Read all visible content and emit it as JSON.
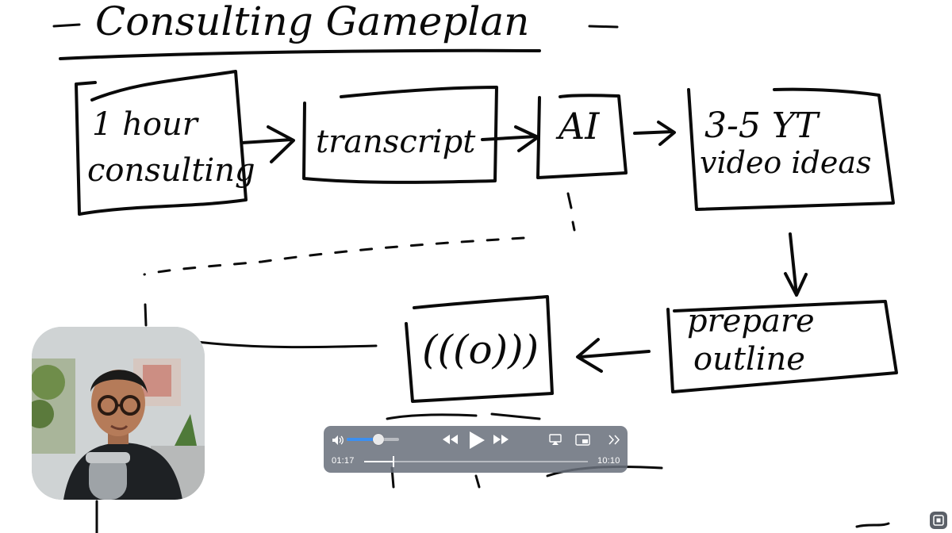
{
  "whiteboard": {
    "title": "Consulting Gameplan",
    "boxes": {
      "consulting_line1": "1 hour",
      "consulting_line2": "consulting",
      "transcript": "transcript",
      "ai": "AI",
      "ideas_line1": "3-5 YT",
      "ideas_line2": "video ideas",
      "outline_line1": "prepare",
      "outline_line2": "outline",
      "record": "(((o)))"
    }
  },
  "player": {
    "current_time": "01:17",
    "duration": "10:10",
    "progress_fraction": 0.126,
    "volume_fraction": 0.6,
    "accent_color": "#3c8ff0",
    "icons": [
      "volume-icon",
      "rewind-icon",
      "play-icon",
      "fast-forward-icon",
      "airplay-icon",
      "picture-in-picture-icon",
      "more-chevrons-icon",
      "fullscreen-icon"
    ]
  }
}
